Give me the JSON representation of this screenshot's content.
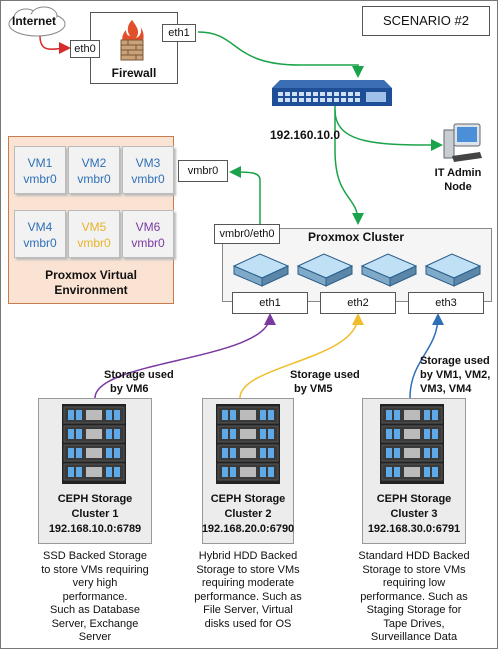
{
  "scenario": "SCENARIO #2",
  "internet": "Internet",
  "firewall": {
    "label": "Firewall",
    "port_in": "eth0",
    "port_out": "eth1"
  },
  "switch_ip": "192.160.10.0",
  "admin_node": {
    "line1": "IT Admin",
    "line2": "Node"
  },
  "pve": {
    "vmbr": "vmbr0",
    "title_line1": "Proxmox Virtual",
    "title_line2": "Environment",
    "vms": [
      {
        "name": "VM1",
        "bridge": "vmbr0",
        "color": "#2e6fb7"
      },
      {
        "name": "VM2",
        "bridge": "vmbr0",
        "color": "#2e6fb7"
      },
      {
        "name": "VM3",
        "bridge": "vmbr0",
        "color": "#2e6fb7"
      },
      {
        "name": "VM4",
        "bridge": "vmbr0",
        "color": "#2e6fb7"
      },
      {
        "name": "VM5",
        "bridge": "vmbr0",
        "color": "#e8b32a"
      },
      {
        "name": "VM6",
        "bridge": "vmbr0",
        "color": "#7a3aa0"
      }
    ]
  },
  "cluster": {
    "title": "Proxmox Cluster",
    "vmbr": "vmbr0/eth0",
    "eths": [
      "eth1",
      "eth2",
      "eth3"
    ]
  },
  "storage_notes": [
    {
      "line1": "Storage used",
      "line2": "by VM6",
      "line3": ""
    },
    {
      "line1": "Storage used",
      "line2": "by VM5",
      "line3": ""
    },
    {
      "line1": "Storage used",
      "line2": "by VM1, VM2,",
      "line3": "VM3, VM4"
    }
  ],
  "storage": [
    {
      "line1": "CEPH Storage",
      "line2": "Cluster 1",
      "line3": "192.168.10.0:6789",
      "desc": [
        "SSD Backed Storage",
        "to store VMs requiring",
        "very high",
        "performance.",
        "Such as Database",
        "Server, Exchange",
        "Server"
      ]
    },
    {
      "line1": "CEPH Storage",
      "line2": "Cluster 2",
      "line3": "192.168.20.0:6790",
      "desc": [
        "Hybrid HDD Backed",
        "Storage to store VMs",
        "requiring moderate",
        "performance. Such as",
        "File Server, Virtual",
        "disks used for OS"
      ]
    },
    {
      "line1": "CEPH Storage",
      "line2": "Cluster 3",
      "line3": "192.168.30.0:6791",
      "desc": [
        "Standard HDD Backed",
        "Storage to store VMs",
        "requiring low",
        "performance. Such as",
        "Staging Storage for",
        "Tape Drives,",
        "Surveillance Data"
      ]
    }
  ],
  "colors": {
    "green": "#1aa34a",
    "red": "#d42b2b",
    "purple": "#7a3aa0",
    "yellow": "#f0bd2c",
    "blue": "#2e6fb7",
    "orange_panel": "#fbe3d3"
  }
}
